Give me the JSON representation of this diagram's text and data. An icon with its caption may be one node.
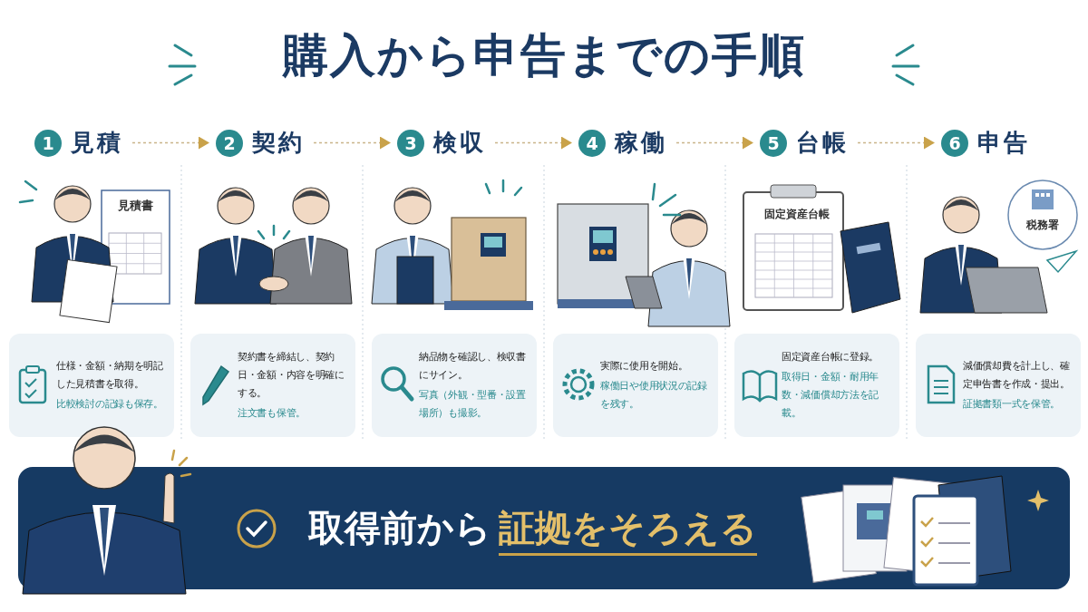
{
  "diagram": {
    "title": "購入から申告までの手順",
    "nodes": [
      {
        "text": [
          "1",
          "見積"
        ]
      },
      {
        "text": [
          "2",
          "契約"
        ]
      },
      {
        "text": [
          "3",
          "検収"
        ]
      },
      {
        "text": [
          "4",
          "稼働"
        ]
      },
      {
        "text": [
          "5",
          "台帳"
        ]
      },
      {
        "text": [
          "6",
          "申告"
        ]
      },
      {
        "text": [
          "仕様・金額・納期を明記した見積書を取得。",
          "比較検討の記録も保存。"
        ]
      },
      {
        "text": [
          "契約書を締結し、契約日・金額・内容を明確にする。",
          "注文書も保管。"
        ]
      },
      {
        "text": [
          "納品物を確認し、検収書にサイン。",
          "写真（外観・型番・設置場所）も撮影。"
        ]
      },
      {
        "text": [
          "実際に使用を開始。",
          "稼働日や使用状況の記録を残す。"
        ]
      },
      {
        "text": [
          "固定資産台帳に登録。",
          "取得日・金額・耐用年数・減価償却方法を記載。"
        ]
      },
      {
        "text": [
          "減価償却費を計上し、確定申告書を作成・提出。",
          "証拠書類一式を保管。"
        ]
      },
      {
        "text": [
          "取得前から",
          "証拠をそろえる"
        ]
      }
    ],
    "edges": [
      {
        "from": 0,
        "to": 1,
        "arrow": "to",
        "style": "dashed"
      },
      {
        "from": 1,
        "to": 2,
        "arrow": "to",
        "style": "dashed"
      },
      {
        "from": 2,
        "to": 3,
        "arrow": "to",
        "style": "dashed"
      },
      {
        "from": 3,
        "to": 4,
        "arrow": "to",
        "style": "dashed"
      },
      {
        "from": 4,
        "to": 5,
        "arrow": "to",
        "style": "dashed"
      }
    ],
    "labels": [
      "見積書",
      "固定資産台帳",
      "税務署"
    ]
  }
}
